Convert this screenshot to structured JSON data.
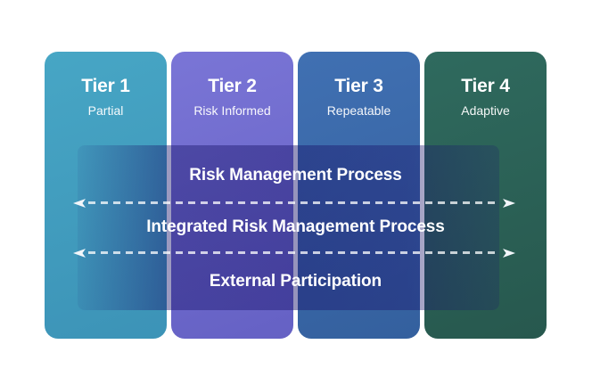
{
  "tiers": [
    {
      "title": "Tier 1",
      "subtitle": "Partial"
    },
    {
      "title": "Tier 2",
      "subtitle": "Risk Informed"
    },
    {
      "title": "Tier 3",
      "subtitle": "Repeatable"
    },
    {
      "title": "Tier 4",
      "subtitle": "Adaptive"
    }
  ],
  "band": {
    "labels": [
      "Risk Management Process",
      "Integrated Risk Management Process",
      "External Participation"
    ]
  },
  "icons": {
    "arrow_left": "left-arrowhead-triangle",
    "arrow_right": "right-arrowhead-triangle",
    "dashed_line": "horizontal-dashed-line"
  },
  "colors": {
    "background": "#ffffff",
    "tier1_top": "#47a6c5",
    "tier1_bottom": "#3c93b7",
    "tier2_top": "#7a75d6",
    "tier2_bottom": "#6561c4",
    "tier3_top": "#4070b2",
    "tier3_bottom": "#34609e",
    "tier4_top": "#2f6a5e",
    "tier4_bottom": "#27584e",
    "overlay": "#1a156c",
    "band_text": "#ffffff",
    "dash": "#ffffff"
  }
}
